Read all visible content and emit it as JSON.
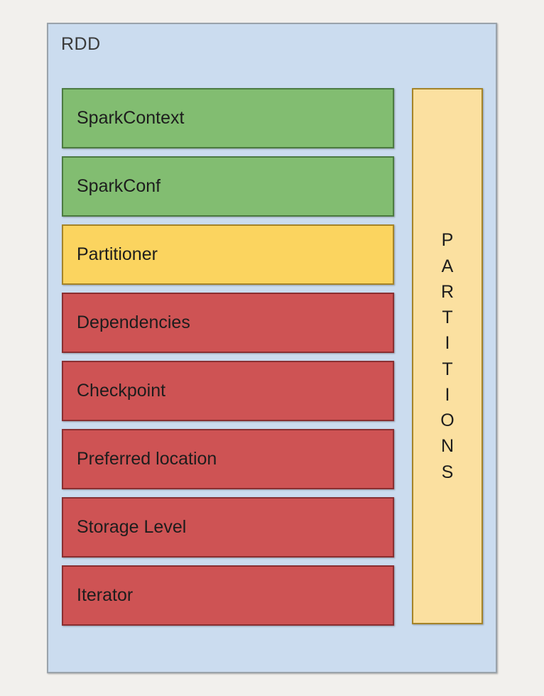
{
  "page": {
    "background_color": "#f2f0ed"
  },
  "diagram": {
    "title": "RDD",
    "container_color": "#cbdcef",
    "container_border_color": "#9aa3ab",
    "components": [
      {
        "label": "SparkContext",
        "color": "#82bd71",
        "border_color": "#4c7b41",
        "category": "green"
      },
      {
        "label": "SparkConf",
        "color": "#82bd71",
        "border_color": "#4c7b41",
        "category": "green"
      },
      {
        "label": "Partitioner",
        "color": "#fbd45f",
        "border_color": "#a58428",
        "category": "yellow"
      },
      {
        "label": "Dependencies",
        "color": "#ce5354",
        "border_color": "#8a2f31",
        "category": "red"
      },
      {
        "label": "Checkpoint",
        "color": "#ce5354",
        "border_color": "#8a2f31",
        "category": "red"
      },
      {
        "label": "Preferred location",
        "color": "#ce5354",
        "border_color": "#8a2f31",
        "category": "red"
      },
      {
        "label": "Storage Level",
        "color": "#ce5354",
        "border_color": "#8a2f31",
        "category": "red"
      },
      {
        "label": "Iterator",
        "color": "#ce5354",
        "border_color": "#8a2f31",
        "category": "red"
      }
    ],
    "partitions_panel": {
      "label": "PARTITIONS",
      "letters": [
        "P",
        "A",
        "R",
        "T",
        "I",
        "T",
        "I",
        "O",
        "N",
        "S"
      ],
      "color": "#fbe0a0",
      "border_color": "#a58428",
      "orientation": "vertical-stacked-upright"
    }
  }
}
